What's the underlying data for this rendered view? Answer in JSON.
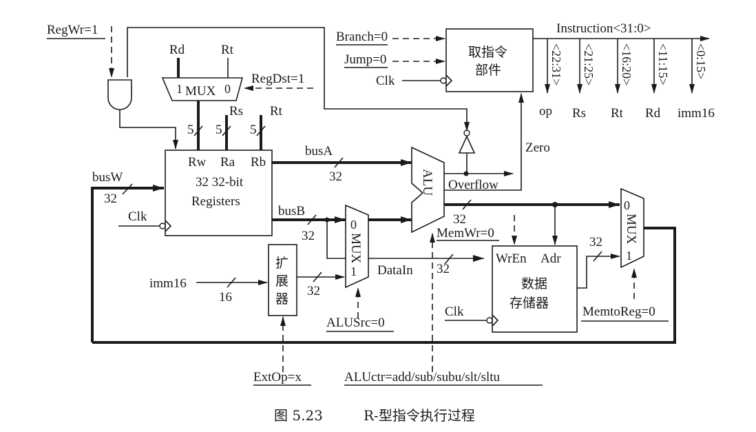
{
  "caption": {
    "figure_no": "图 5.23",
    "title": "R-型指令执行过程"
  },
  "control_signals": {
    "regwr": "RegWr=1",
    "regdst": "RegDst=1",
    "branch": "Branch=0",
    "jump": "Jump=0",
    "alusrc": "ALUSrc=0",
    "extop": "ExtOp=x",
    "aluctr": "ALUctr=add/sub/subu/slt/sltu",
    "memwr": "MemWr=0",
    "memtoreg": "MemtoReg=0"
  },
  "fetch_unit": {
    "label_line1": "取指令",
    "label_line2": "部件",
    "clk": "Clk"
  },
  "instruction": {
    "bus_label": "Instruction<31:0>",
    "fields": [
      {
        "bits": "<22:31>",
        "name": "op"
      },
      {
        "bits": "<21:25>",
        "name": "Rs"
      },
      {
        "bits": "<16:20>",
        "name": "Rt"
      },
      {
        "bits": "<11:15>",
        "name": "Rd"
      },
      {
        "bits": "<0:15>",
        "name": "imm16"
      }
    ]
  },
  "regdst_mux": {
    "label": "MUX",
    "in1_label": "1",
    "in0_label": "0",
    "in1": "Rd",
    "in0": "Rt"
  },
  "register_file": {
    "ports": {
      "rw": "Rw",
      "ra": "Ra",
      "rb": "Rb"
    },
    "label_line1": "32 32-bit",
    "label_line2": "Registers",
    "rs": "Rs",
    "rt": "Rt",
    "width5": "5",
    "clk": "Clk"
  },
  "buses": {
    "busA": "busA",
    "busB": "busB",
    "busW": "busW",
    "w32": "32",
    "w16": "16",
    "datain": "DataIn",
    "imm16": "imm16"
  },
  "alu": {
    "label": "ALU",
    "overflow": "Overflow",
    "zero": "Zero"
  },
  "alusrc_mux": {
    "label": "MUX",
    "in0_label": "0",
    "in1_label": "1"
  },
  "extender": {
    "label_chars": [
      "扩",
      "展",
      "器"
    ]
  },
  "data_memory": {
    "wren": "WrEn",
    "adr": "Adr",
    "label_line1": "数据",
    "label_line2": "存储器",
    "clk": "Clk"
  },
  "memtoreg_mux": {
    "label": "MUX",
    "in0_label": "0",
    "in1_label": "1"
  }
}
